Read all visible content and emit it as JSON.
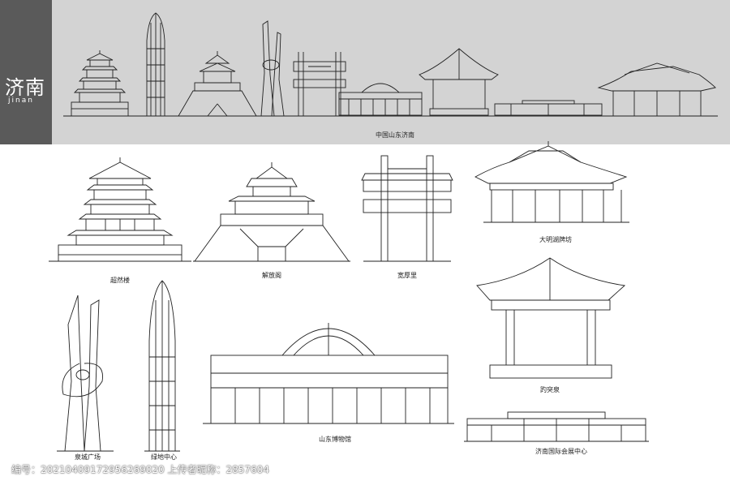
{
  "banner": {
    "title": "济南",
    "pinyin": "jinan",
    "caption": "中国山东济南",
    "colors": {
      "band": "#d3d3d3",
      "tab": "#5a5a5a"
    }
  },
  "landmarks": [
    {
      "id": "chaoran",
      "label": "超然楼"
    },
    {
      "id": "jiefang",
      "label": "解放阁"
    },
    {
      "id": "kuanhou",
      "label": "宽厚里"
    },
    {
      "id": "daminghu",
      "label": "大明湖牌坊"
    },
    {
      "id": "quancheng",
      "label": "泉城广场"
    },
    {
      "id": "lvdi",
      "label": "绿地中心"
    },
    {
      "id": "museum",
      "label": "山东博物馆"
    },
    {
      "id": "baotu",
      "label": "趵突泉"
    },
    {
      "id": "expo",
      "label": "济南国际会展中心"
    }
  ],
  "watermark": {
    "text": "编号：20210409172956269020 上传者昵称：2857604"
  }
}
